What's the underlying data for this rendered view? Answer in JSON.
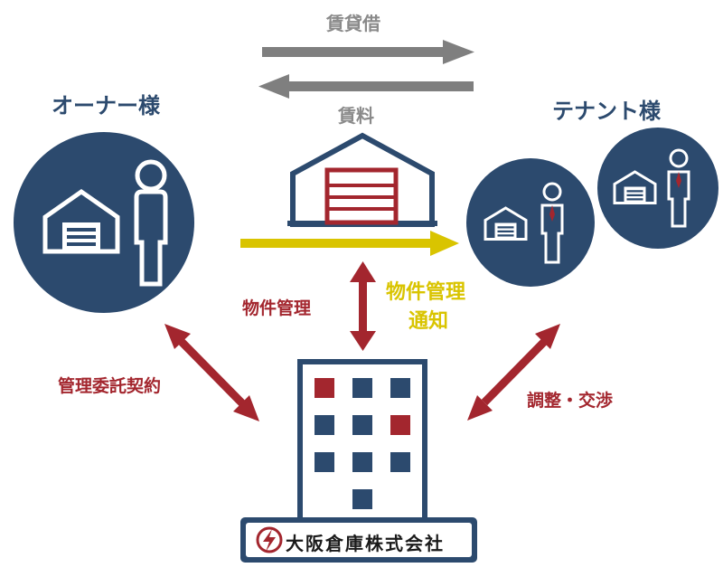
{
  "labels": {
    "lease": "賃貸借",
    "rent": "賃料",
    "owner": "オーナー様",
    "tenant": "テナント様",
    "property_management": "物件管理",
    "property_notice_line1": "物件管理",
    "property_notice_line2": "通知",
    "management_contract": "管理委託契約",
    "coordination": "調整・交渉"
  },
  "company": {
    "name": "大阪倉庫株式会社"
  },
  "colors": {
    "navy": "#2c4a6e",
    "red": "#a3262e",
    "gray_arrow": "#7f7f7f",
    "yellow": "#d9c400"
  },
  "icons": [
    "warehouse-icon",
    "person-icon",
    "office-building-icon",
    "company-logo-icon"
  ]
}
